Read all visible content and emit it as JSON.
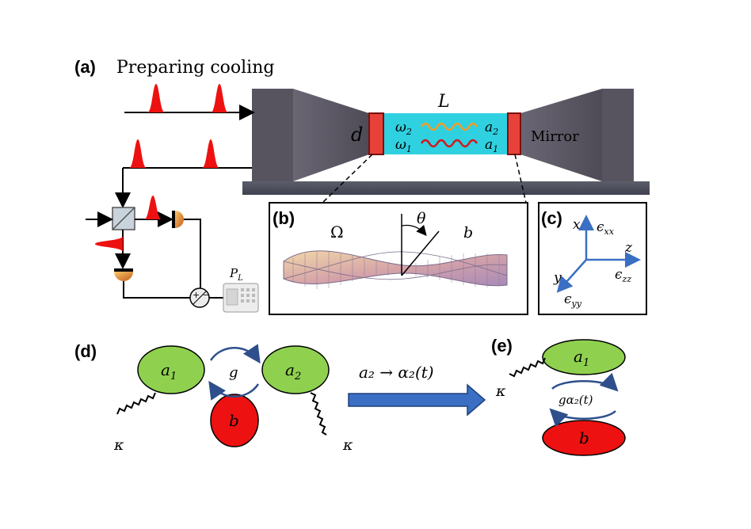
{
  "panels": {
    "a": "(a)",
    "b": "(b)",
    "c": "(c)",
    "d": "(d)",
    "e": "(e)"
  },
  "panel_a": {
    "title": "Preparing cooling",
    "cavity_length": "L",
    "diameter": "d",
    "mirror": "Mirror",
    "omega2": "ω",
    "omega2_sub": "2",
    "omega1": "ω",
    "omega1_sub": "1",
    "a2": "a",
    "a2_sub": "2",
    "a1": "a",
    "a1_sub": "1",
    "detector": "P",
    "detector_sub": "L",
    "plus_minus": "+ −"
  },
  "panel_b": {
    "omega": "Ω",
    "theta": "θ",
    "b": "b"
  },
  "panel_c": {
    "x": "x",
    "y": "y",
    "z": "z",
    "exx": "ϵ",
    "exx_sub": "xx",
    "eyy": "ϵ",
    "eyy_sub": "yy",
    "ezz": "ϵ",
    "ezz_sub": "zz"
  },
  "panel_d": {
    "a1": "a",
    "a1_sub": "1",
    "a2": "a",
    "a2_sub": "2",
    "g": "g",
    "b": "b",
    "kappa_left": "κ",
    "kappa_right": "κ",
    "arrow_label": "a₂ → α₂(t)"
  },
  "panel_e": {
    "a1": "a",
    "a1_sub": "1",
    "coupling": "gα₂(t)",
    "b": "b",
    "kappa": "κ"
  },
  "colors": {
    "green": "#8fd14f",
    "red": "#ee1111",
    "cyan": "#2fd0e0",
    "blue_arrow": "#3a6fc4",
    "mirror_red": "#e8413a",
    "dark_block": "#5d5a66"
  }
}
